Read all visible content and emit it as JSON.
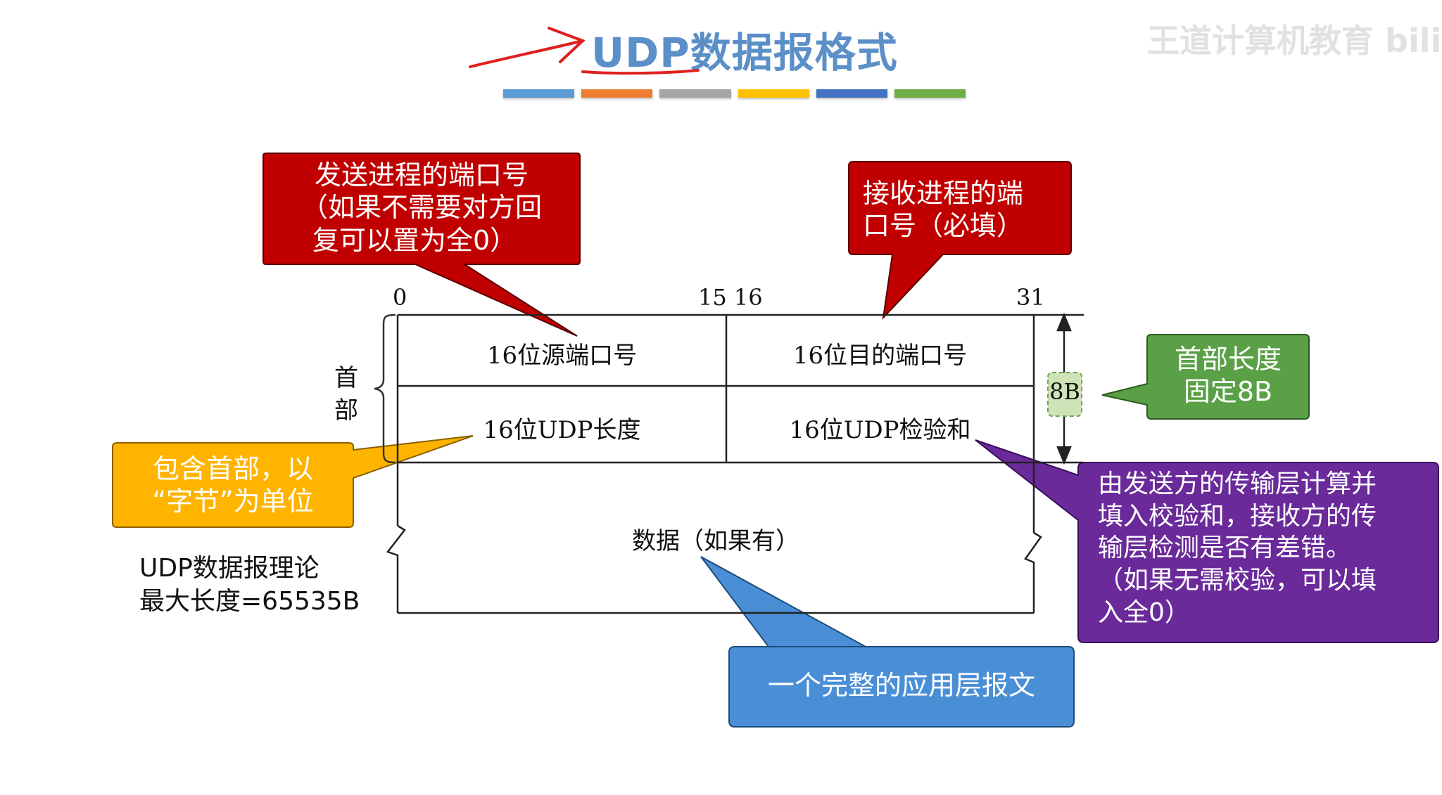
{
  "title": "UDP数据报格式",
  "watermark": "王道计算机教育 bili",
  "colors": {
    "title": "#5b8fc8",
    "red_callout": "#c00000",
    "green_callout": "#5aa046",
    "orange_callout": "#ffb400",
    "purple_callout": "#6a2a9a",
    "blue_callout": "#4a8fd6",
    "bar": [
      "#5b9bd5",
      "#ed7d31",
      "#a5a5a5",
      "#ffc000",
      "#4472c4",
      "#70ad47"
    ]
  },
  "bit_ticks": {
    "start": "0",
    "mid": "15 16",
    "end": "31"
  },
  "header_label": [
    "首",
    "部"
  ],
  "fields": {
    "src_port": "16位源端口号",
    "dst_port": "16位目的端口号",
    "length": "16位UDP长度",
    "checksum": "16位UDP检验和",
    "data": "数据（如果有）"
  },
  "size_tag": "8B",
  "callouts": {
    "src_port": [
      "发送进程的端口号",
      "（如果不需要对方回",
      "复可以置为全0）"
    ],
    "dst_port": [
      "接收进程的端",
      "口号（必填）"
    ],
    "header_len": [
      "首部长度",
      "固定8B"
    ],
    "length": [
      "包含首部，以",
      "“字节”为单位"
    ],
    "checksum": [
      "由发送方的传输层计算并",
      "填入校验和，接收方的传",
      "输层检测是否有差错。",
      "（如果无需校验，可以填",
      "入全0）"
    ],
    "data": [
      "一个完整的应用层报文"
    ]
  },
  "max_size_note": [
    "UDP数据报理论",
    "最大长度=65535B"
  ],
  "icons": [
    "red-arrow-icon",
    "brace-icon",
    "double-arrow-icon"
  ]
}
